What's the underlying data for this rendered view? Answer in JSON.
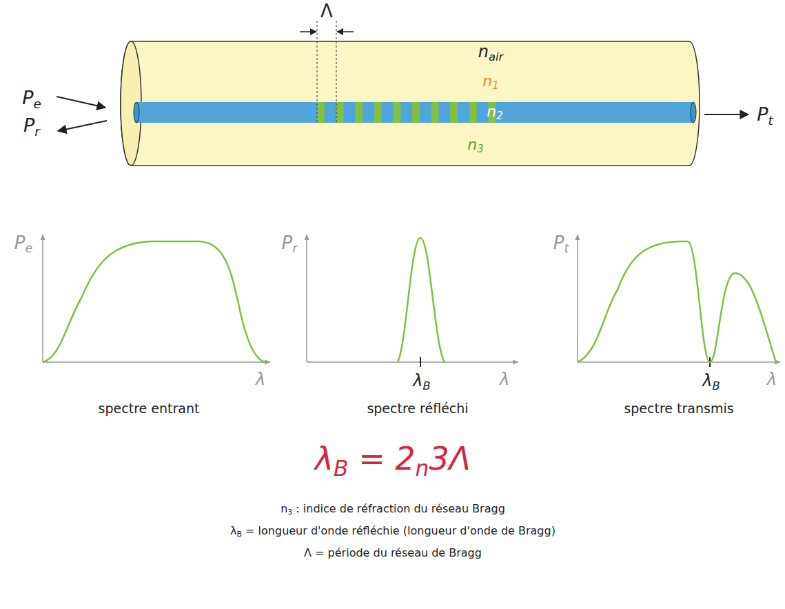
{
  "diagram": {
    "labels": [
      "Λ",
      "nair",
      "n1",
      "n2",
      "n3",
      "Pe",
      "Pr",
      "Pt",
      "Pe",
      "λ",
      "Pr",
      "λB",
      "λ",
      "Pt",
      "λB",
      "λ",
      "spectre entrant",
      "spectre réfléchi",
      "spectre transmis",
      "λB = 2n3Λ",
      "n3 : indice de réfraction du réseau Bragg",
      "λB = longueur d'onde réfléchie (longueur d'onde de Bragg)",
      "Λ = période du réseau de Bragg"
    ]
  }
}
